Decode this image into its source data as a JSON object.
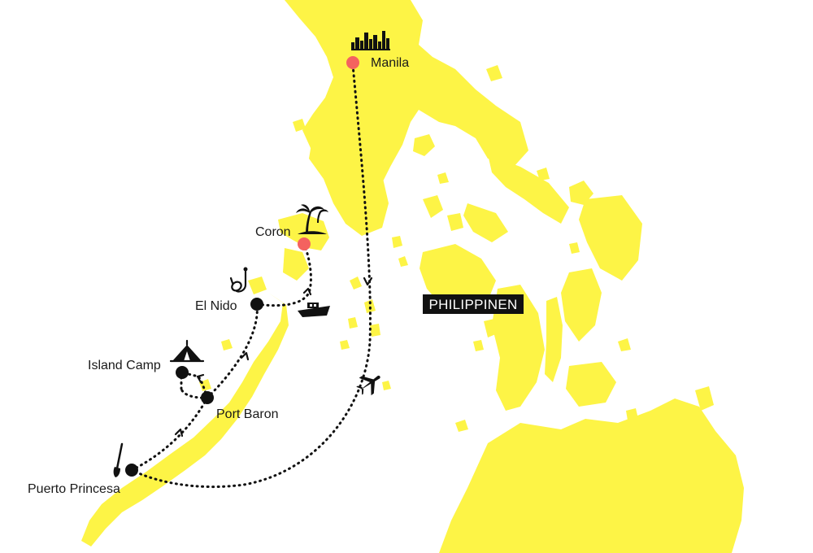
{
  "colors": {
    "land": "#fdf446",
    "start_marker": "#f4625f",
    "stop_marker": "#111111",
    "route": "#111111"
  },
  "country_label": "PHILIPPINEN",
  "places": {
    "manila": {
      "label": "Manila",
      "marker": "start",
      "icon": "city-skyline-icon"
    },
    "coron": {
      "label": "Coron",
      "marker": "start",
      "icon": "palm-island-icon"
    },
    "el_nido": {
      "label": "El Nido",
      "marker": "stop",
      "icon": "snorkel-icon"
    },
    "island_camp": {
      "label": "Island Camp",
      "marker": "stop",
      "icon": "tent-icon"
    },
    "port_baron": {
      "label": "Port Baron",
      "marker": "stop",
      "icon": ""
    },
    "puerto_princesa": {
      "label": "Puerto Princesa",
      "marker": "stop",
      "icon": "paddle-icon"
    }
  },
  "routes": [
    {
      "from": "Manila",
      "to": "Puerto Princesa",
      "mode": "plane-icon"
    },
    {
      "from": "Puerto Princesa",
      "to": "Port Baron",
      "mode": "land"
    },
    {
      "from": "Port Baron",
      "to": "Island Camp",
      "mode": "land"
    },
    {
      "from": "Port Baron",
      "to": "El Nido",
      "mode": "land"
    },
    {
      "from": "El Nido",
      "to": "Coron",
      "mode": "boat-icon"
    }
  ]
}
